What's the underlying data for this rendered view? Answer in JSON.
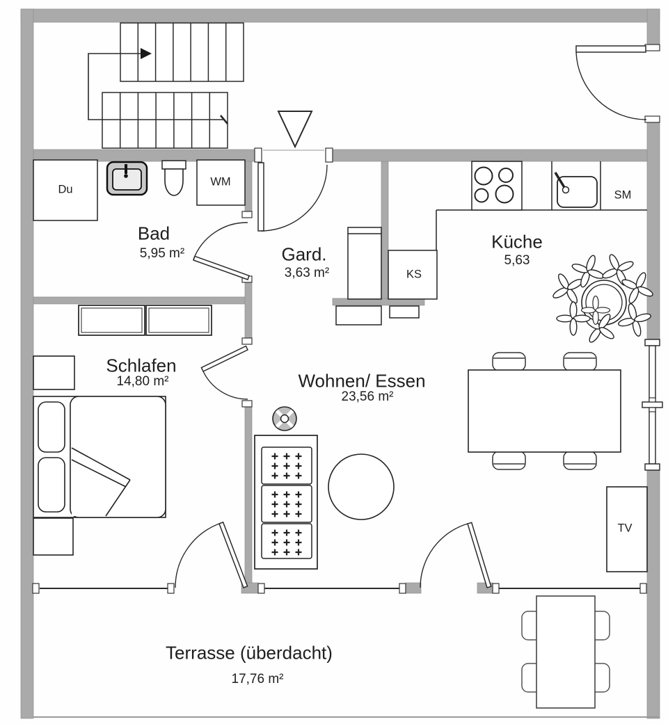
{
  "rooms": {
    "bad": {
      "name": "Bad",
      "area": "5,95 m²"
    },
    "gard": {
      "name": "Gard.",
      "area": "3,63 m²"
    },
    "kueche": {
      "name": "Küche",
      "area": "5,63"
    },
    "schlafen": {
      "name": "Schlafen",
      "area": "14,80 m²"
    },
    "wohnen": {
      "name": "Wohnen/ Essen",
      "area": "23,56 m²"
    },
    "terrasse": {
      "name": "Terrasse (überdacht)",
      "area": "17,76 m²"
    }
  },
  "fixtures": {
    "shower": "Du",
    "washing_machine": "WM",
    "dishwasher": "SM",
    "fridge": "KS",
    "tv": "TV"
  },
  "colors": {
    "wall": "#aaaaaa",
    "line": "#222222",
    "background": "#fefefe"
  }
}
